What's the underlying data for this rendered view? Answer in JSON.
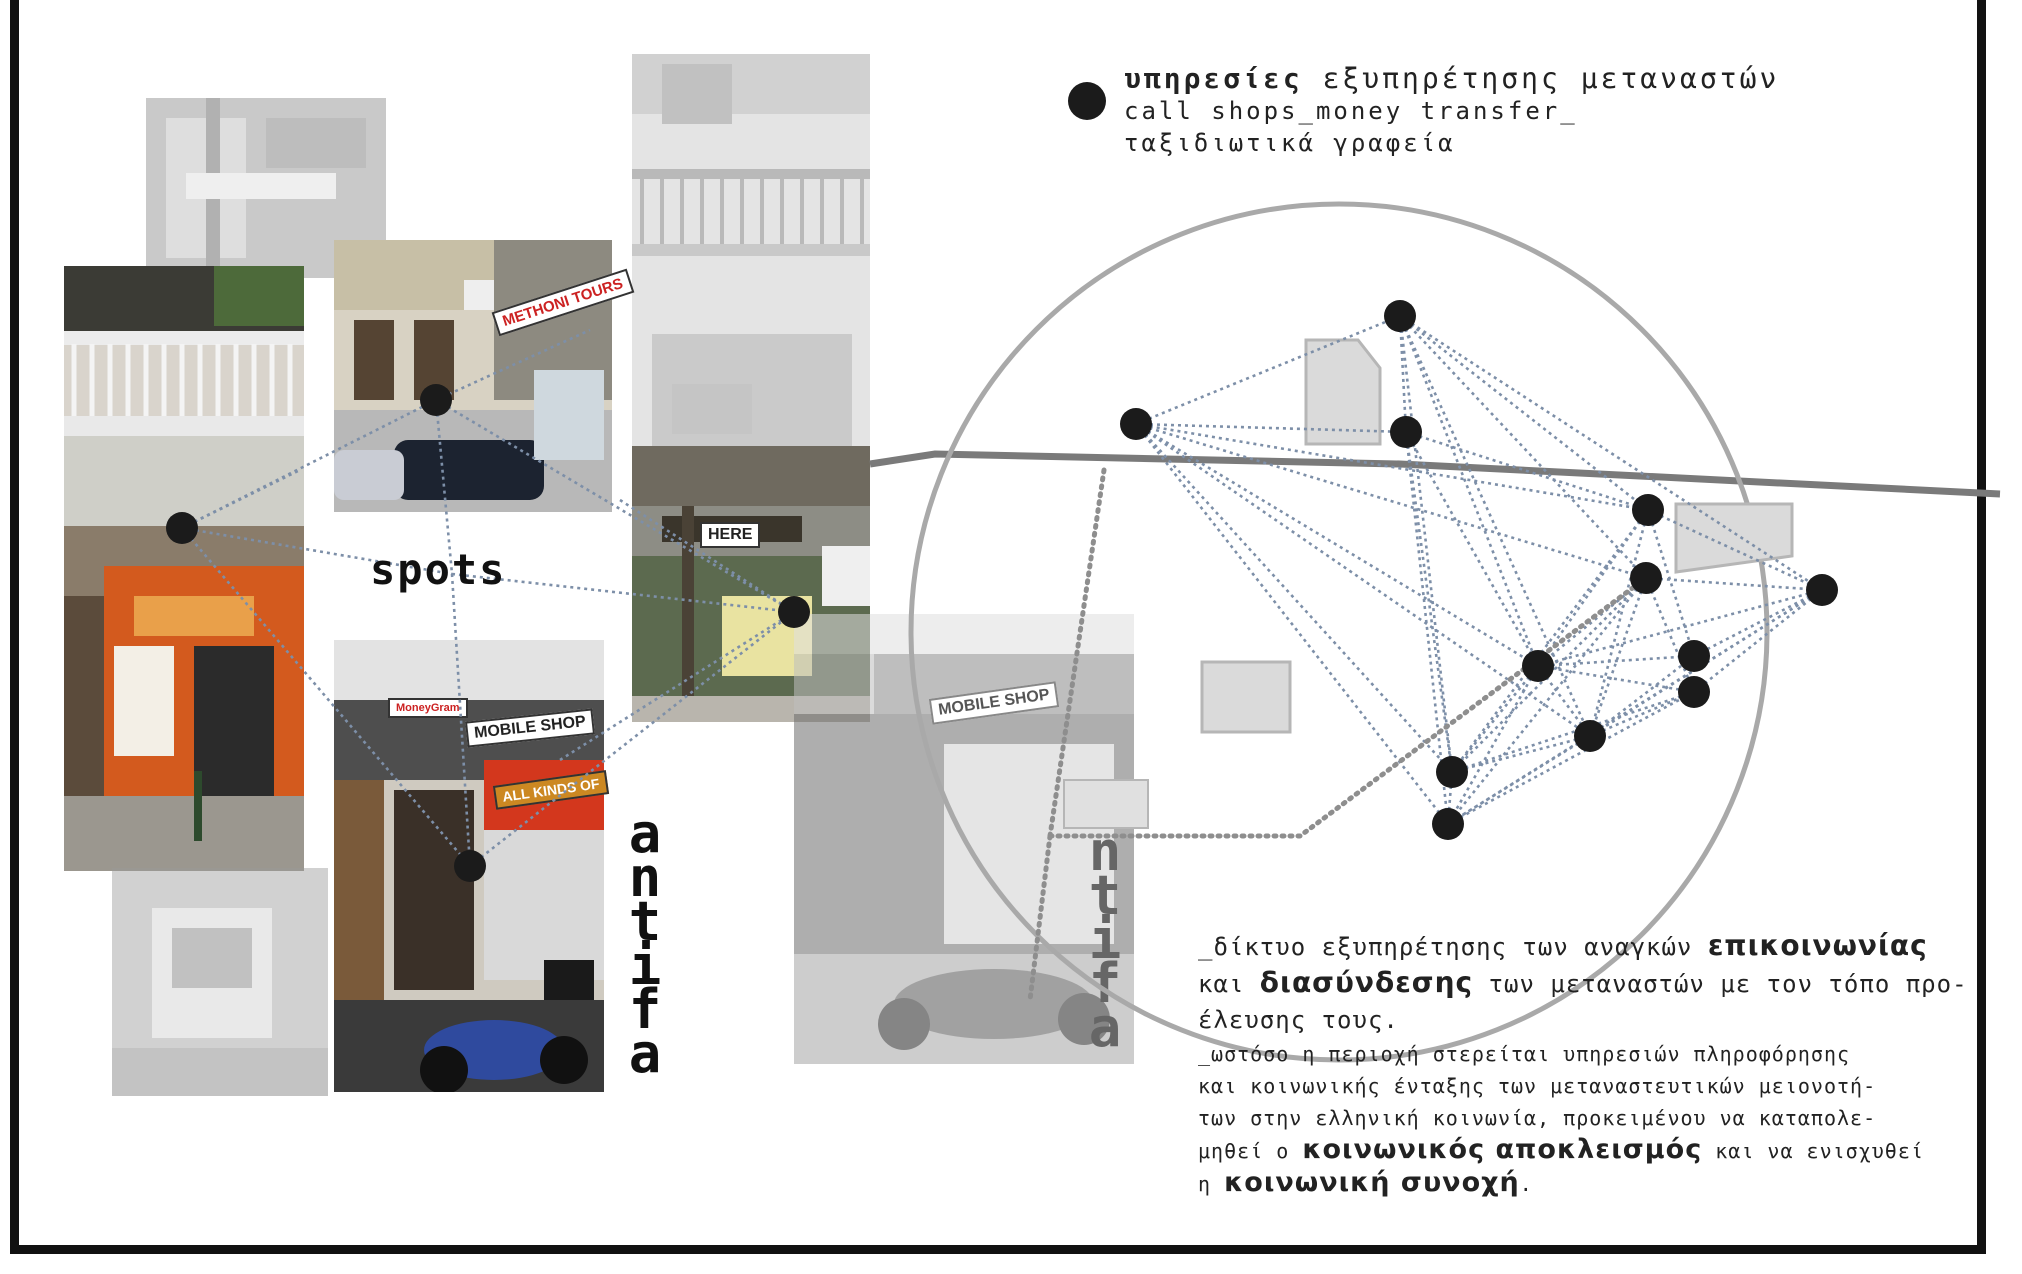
{
  "legend": {
    "title_bold": "υπηρεσίες",
    "title_rest": " εξυπηρέτησης μεταναστών",
    "line2": "call shops_money transfer_",
    "line3": "ταξιδιωτικά γραφεία"
  },
  "spots_label": "spots",
  "graffiti": "antifa",
  "signs": {
    "mobile_shop": "MOBILE SHOP",
    "mobile_shop_2": "MOBILE SHOP",
    "methoni_tours": "METHONI TOURS",
    "here": "HERE",
    "money_gram": "MoneyGram",
    "all_kinds": "ALL KINDS OF"
  },
  "description": {
    "l1_pre": "_δίκτυο εξυπηρέτησης των αναγκών ",
    "l1_bold": "επικοινωνίας",
    "l2_pre": "και ",
    "l2_bold": "διασύνδεσης",
    "l2_post": " των μεταναστών με τον τόπο προ-",
    "l3": "έλευσης τους.",
    "l4": "_ωστόσο η περιοχή στερείται υπηρεσιών πληροφόρησης",
    "l5": "και κοινωνικής ένταξης των μεταναστευτικών μειονοτή-",
    "l6": "των στην ελληνική κοινωνία, προκειμένου να καταπολε-",
    "l7_pre": "μηθεί ο ",
    "l7_bold": "κοινωνικός αποκλεισμός",
    "l7_post": " και να ενισχυθεί",
    "l8_pre": "η ",
    "l8_bold": "κοινωνική συνοχή",
    "l8_post": "."
  },
  "colors": {
    "dot": "#1b1b1b",
    "network_line": "#7d8fa8",
    "circle": "#a9a9a9",
    "street": "#7a7a7a"
  }
}
